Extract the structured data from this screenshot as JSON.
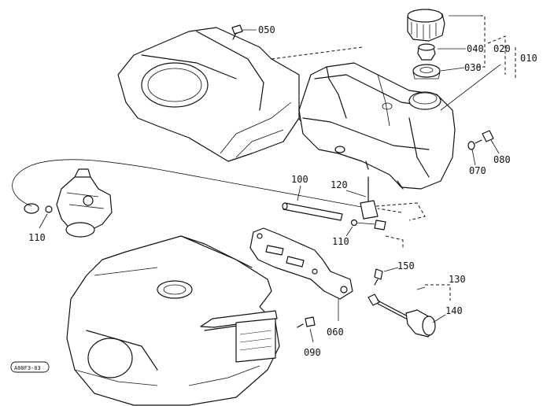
{
  "drawing_code": "A00F3-03",
  "callouts": {
    "p010": "010",
    "p020": "020",
    "p030": "030",
    "p040": "040",
    "p050": "050",
    "p060": "060",
    "p070": "070",
    "p080": "080",
    "p090": "090",
    "p100": "100",
    "p110_left": "110",
    "p110_center": "110",
    "p120": "120",
    "p130": "130",
    "p140": "140",
    "p150": "150"
  }
}
